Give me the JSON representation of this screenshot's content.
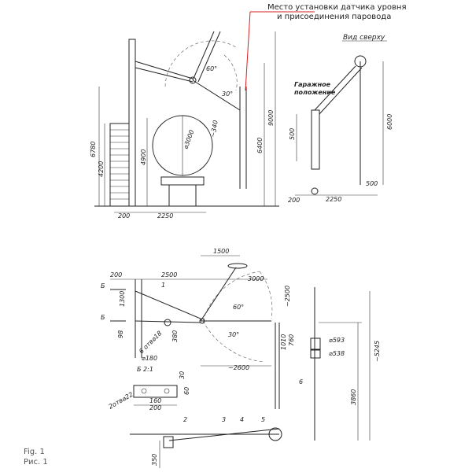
{
  "top_note": {
    "line1": "Место установки датчика уровня",
    "line2": "и присоединения паровода"
  },
  "view_top_label": "Вид сверху",
  "parking_label": {
    "line1": "Гаражное",
    "line2": "положение"
  },
  "angles": {
    "a1": "60°",
    "a2": "30°",
    "a3": "60°",
    "a4": "30°"
  },
  "dims_top": {
    "d200": "200",
    "d2250": "2250",
    "d6780": "6780",
    "d4200": "4200",
    "d4900": "4900",
    "d3000": "⌀3000",
    "d340": "~340",
    "d6400": "6400",
    "d9000": "9000",
    "d500v": "500",
    "d6000": "6000",
    "d200b": "200",
    "d2250b": "2250",
    "d500h": "500"
  },
  "dims_bottom": {
    "d1500": "1500",
    "d3000": "3000",
    "d200": "200",
    "d2500": "2500",
    "d2500v": "~2500",
    "d1300": "1300",
    "d98": "98",
    "d380": "380",
    "d6otv": "6 отв⌀18",
    "d180": "⌀180",
    "d2600": "~2600",
    "d1010": "1010",
    "d760": "760",
    "d593": "⌀593",
    "d538": "⌀538",
    "d3860": "3860",
    "d5245": "~5245",
    "secB": "Б",
    "secB2": "Б",
    "detail": "Б 2:1",
    "d30": "30",
    "d60": "60",
    "d160": "160",
    "d200d": "200",
    "d2otv": "2отв⌀22",
    "d350": "350"
  },
  "callouts": [
    "1",
    "2",
    "3",
    "4",
    "5",
    "6"
  ],
  "caption": {
    "en": "Fig. 1",
    "ru": "Рис. 1"
  }
}
